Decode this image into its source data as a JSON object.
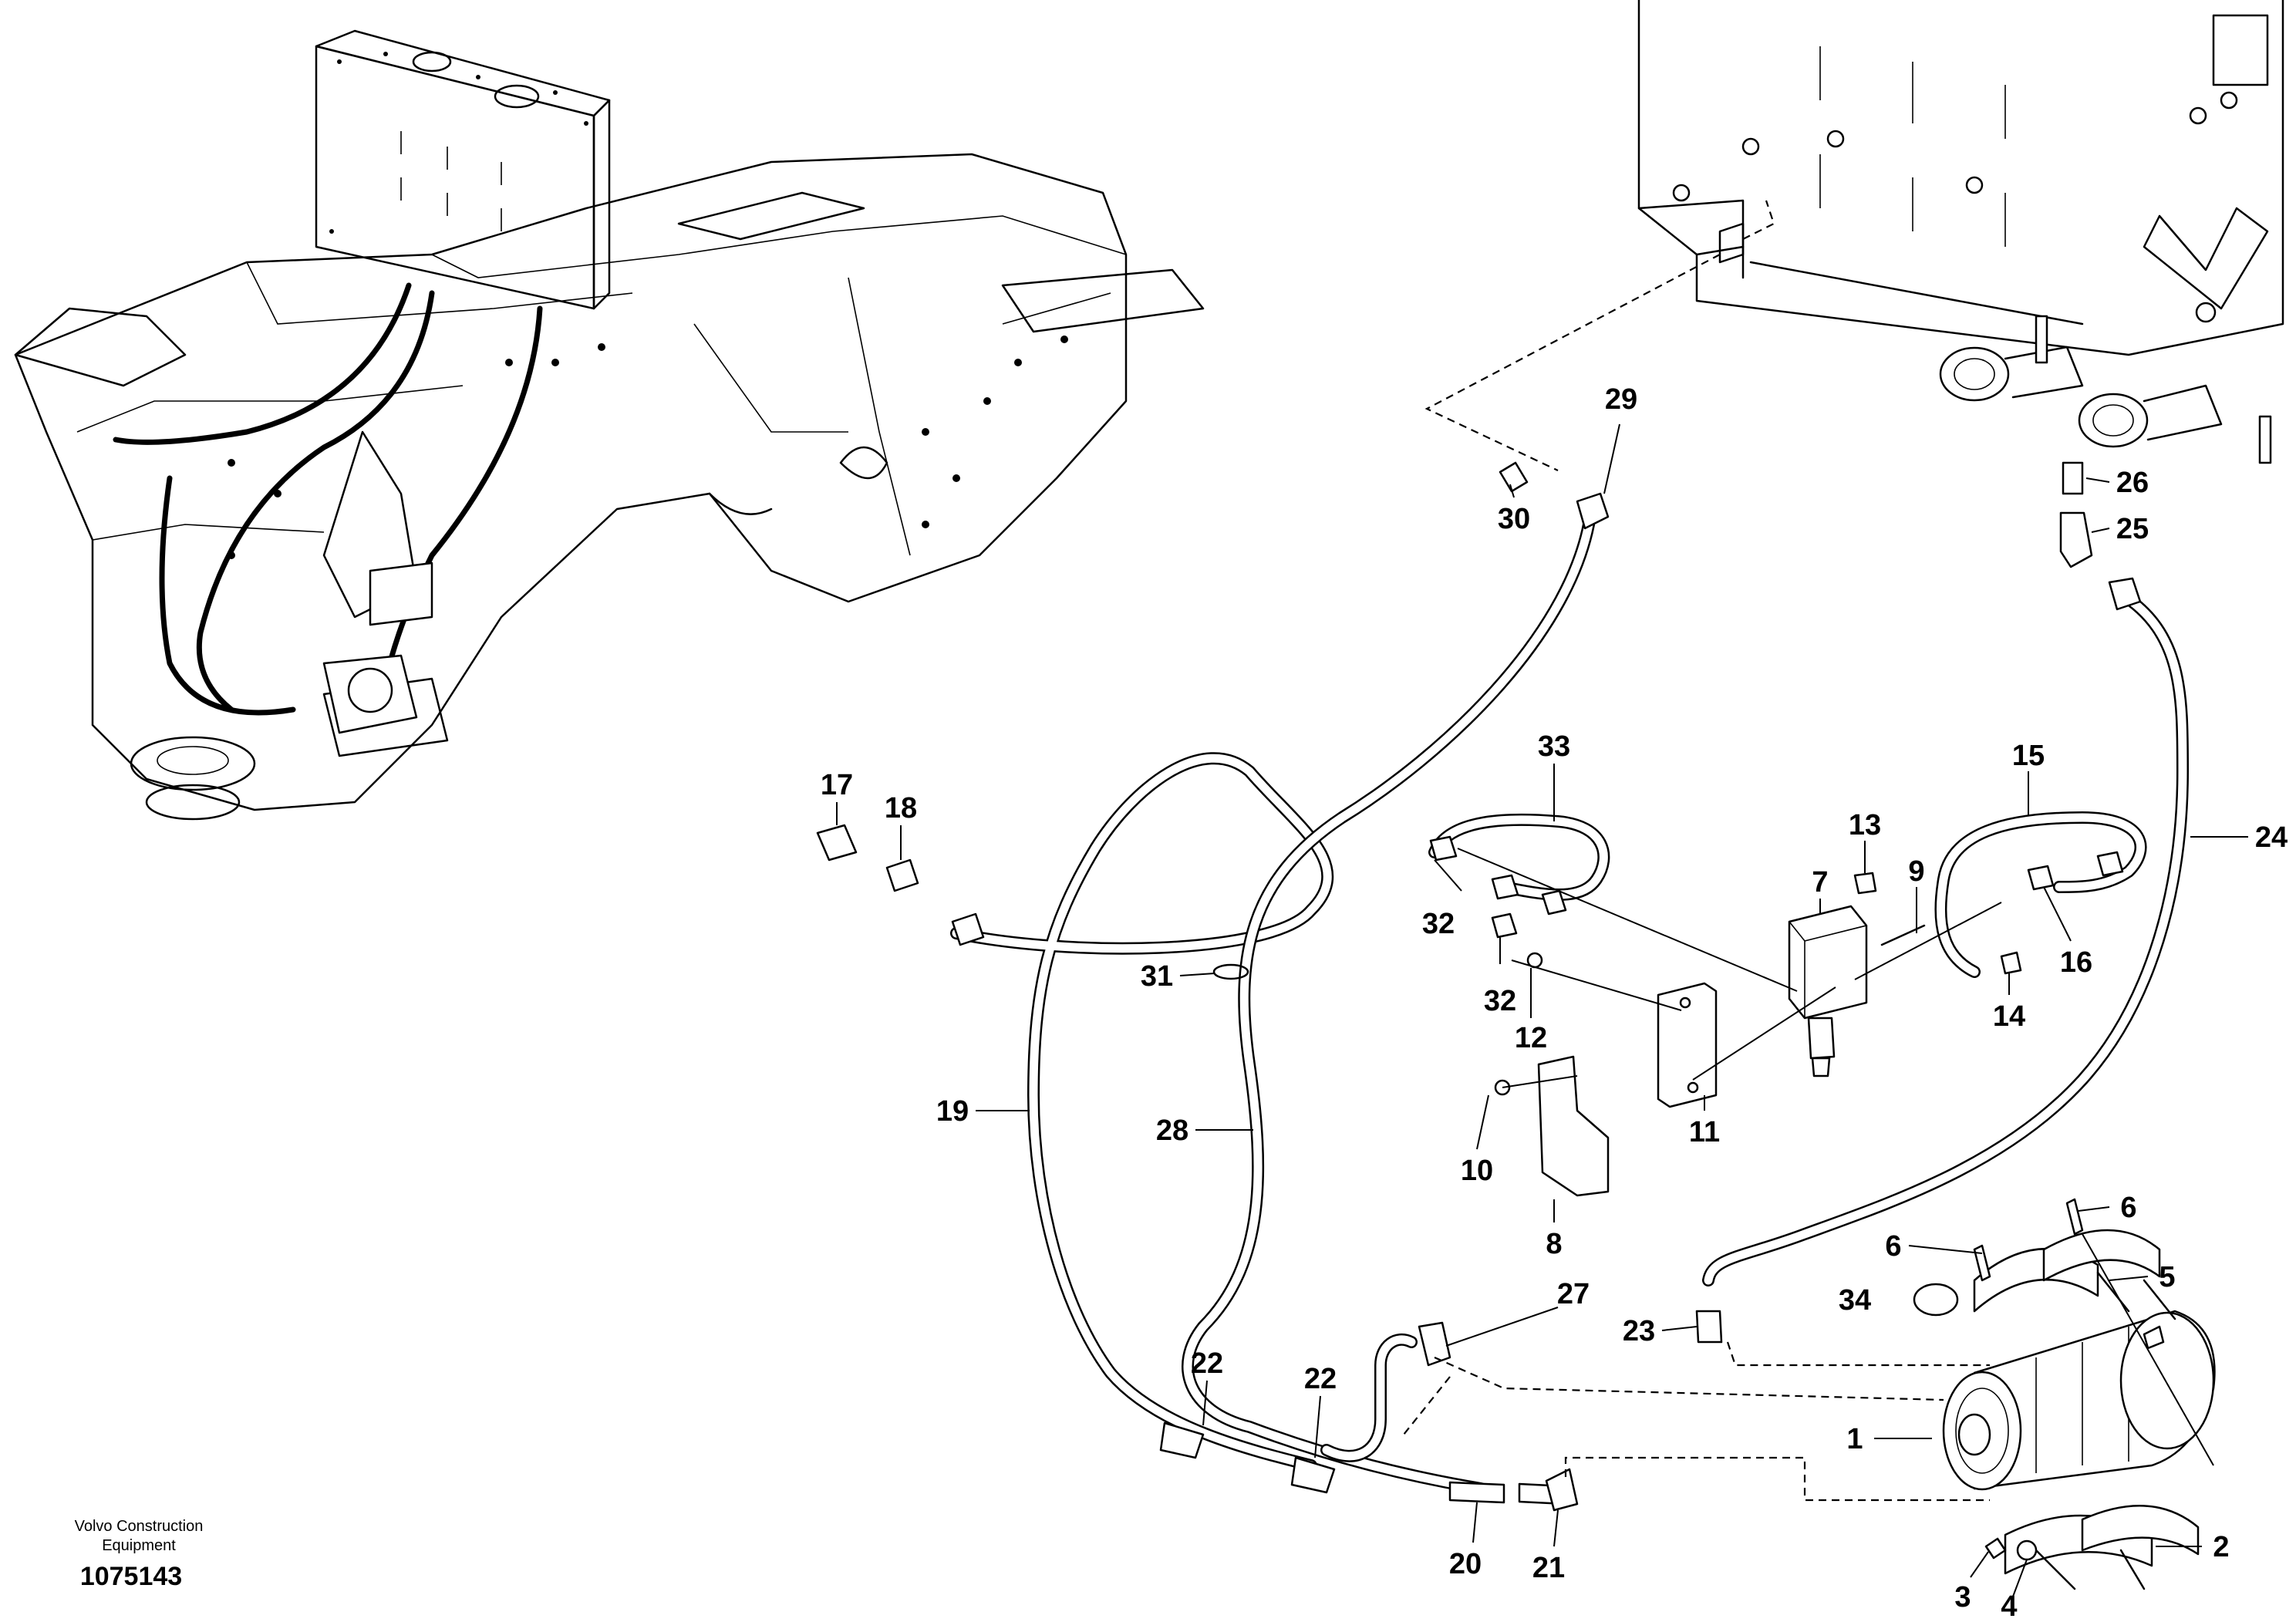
{
  "footer": {
    "brand_line1": "Volvo Construction",
    "brand_line2": "Equipment",
    "drawing_number": "1075143"
  },
  "callouts": [
    "1",
    "2",
    "3",
    "4",
    "5",
    "6",
    "6",
    "7",
    "8",
    "9",
    "10",
    "11",
    "12",
    "13",
    "14",
    "15",
    "16",
    "17",
    "18",
    "19",
    "20",
    "21",
    "22",
    "22",
    "23",
    "24",
    "25",
    "26",
    "27",
    "28",
    "29",
    "30",
    "31",
    "32",
    "32",
    "33",
    "34"
  ]
}
